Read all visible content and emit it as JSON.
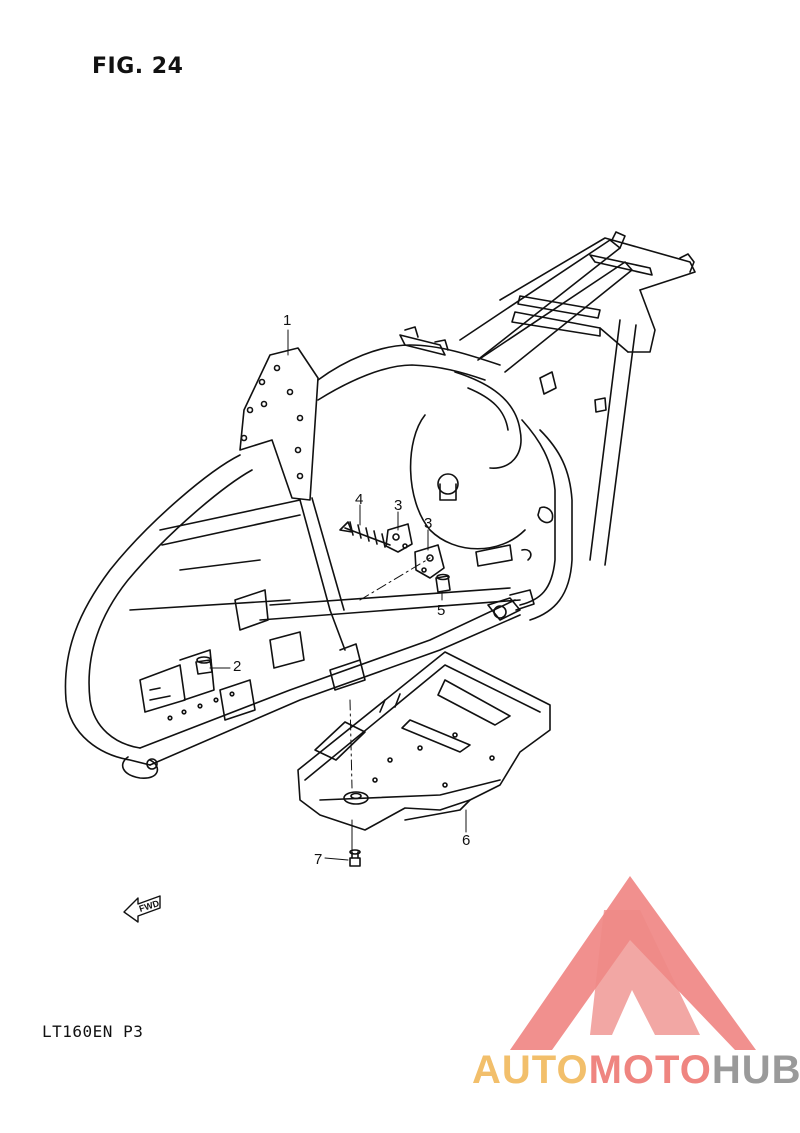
{
  "figure": {
    "title": "FIG. 24",
    "model_code": "LT160EN  P3"
  },
  "callouts": [
    {
      "id": "part-1",
      "label": "1"
    },
    {
      "id": "part-2",
      "label": "2"
    },
    {
      "id": "part-3a",
      "label": "3"
    },
    {
      "id": "part-3b",
      "label": "3"
    },
    {
      "id": "part-4",
      "label": "4"
    },
    {
      "id": "part-5",
      "label": "5"
    },
    {
      "id": "part-6",
      "label": "6"
    },
    {
      "id": "part-7",
      "label": "7"
    }
  ],
  "fwd_arrow": {
    "label": "FWD"
  },
  "watermark": {
    "part1": "AUTO",
    "part2": "MOTO",
    "part3": "HUB",
    "colors": {
      "auto": "#f2bf6b",
      "moto": "#ef8580",
      "hub": "#9a9a9a",
      "logo": "#ee7d7a"
    }
  },
  "colors": {
    "line": "#111111",
    "background": "#ffffff"
  }
}
